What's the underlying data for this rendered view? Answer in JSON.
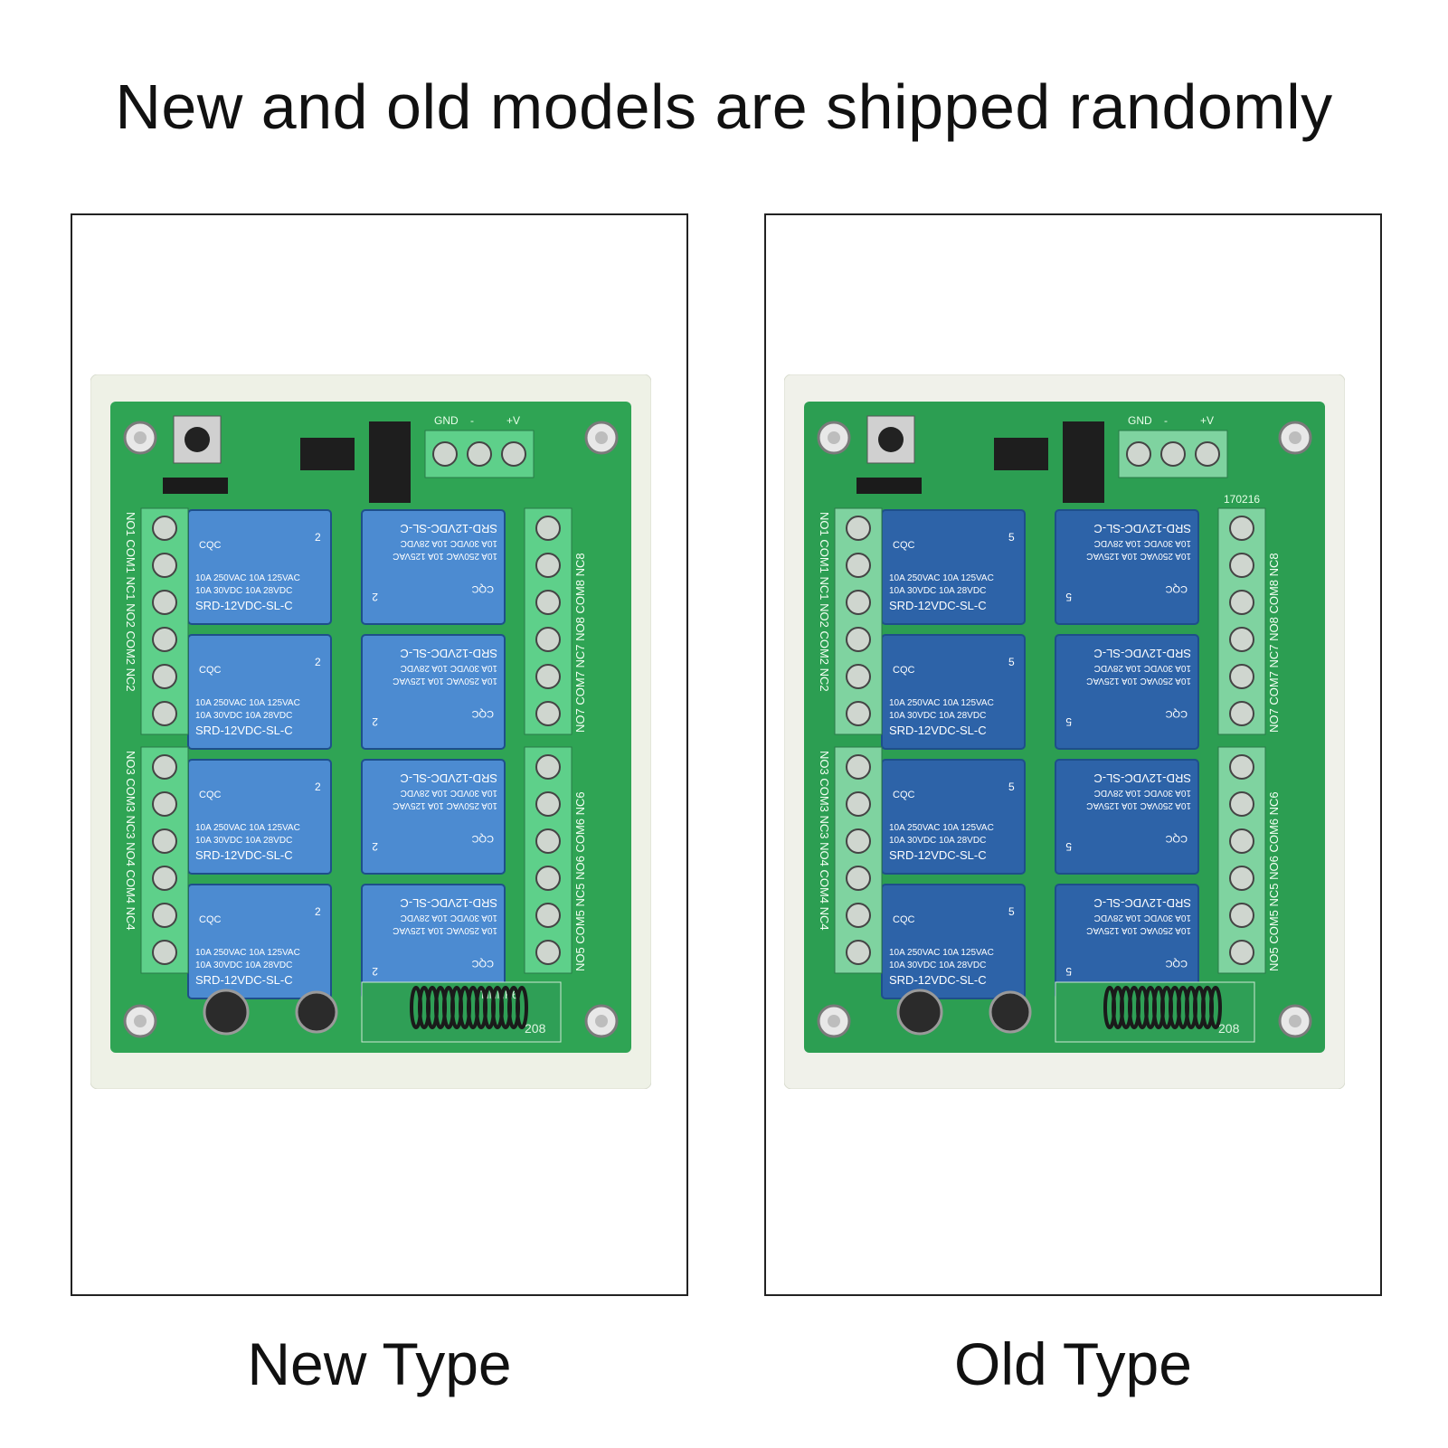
{
  "headline": "New and old models are shipped randomly",
  "panels": [
    {
      "caption": "New Type",
      "relay_top_face": [
        "10A 250VAC 10A 125VAC",
        "10A 30VDC 10A 28VDC",
        "SRD-12VDC-SL-C"
      ],
      "relay_badge": "CQC",
      "relay_digit": "2",
      "left_terminal_labels": "NO1 COM1 NC1 NO2 COM2 NC2",
      "left_terminal_labels_b": "NO3 COM3 NC3 NO4 COM4 NC4",
      "right_terminal_labels": "NO7 COM7 NC7 NO8 COM8 NC8",
      "right_terminal_labels_b": "NO5 COM5 NC5 NO6 COM6 NC6",
      "power_labels": [
        "GND",
        "-",
        "+V"
      ],
      "board_code": "208",
      "brand": "TINNK6",
      "colors": {
        "case": "#eef1e6",
        "pcb": "#2fa454",
        "relay": "#4c8bd1",
        "terminal": "#5ed08a"
      }
    },
    {
      "caption": "Old Type",
      "relay_top_face": [
        "10A 250VAC 10A 125VAC",
        "10A 30VDC 10A 28VDC",
        "SRD-12VDC-SL-C"
      ],
      "relay_badge": "CQC",
      "relay_digit": "5",
      "left_terminal_labels": "NO1 COM1 NC1 NO2 COM2 NC2",
      "left_terminal_labels_b": "NO3 COM3 NC3 NO4 COM4 NC4",
      "right_terminal_labels": "NO7 COM7 NC7 NO8 COM8 NC8",
      "right_terminal_labels_b": "NO5 COM5 NC5 NO6 COM6 NC6",
      "power_labels": [
        "GND",
        "-",
        "+V"
      ],
      "board_code": "208",
      "date_code": "170216",
      "colors": {
        "case": "#f0f1ea",
        "pcb": "#2c9e52",
        "relay": "#2d63a8",
        "terminal": "#7fd3a0"
      }
    }
  ]
}
